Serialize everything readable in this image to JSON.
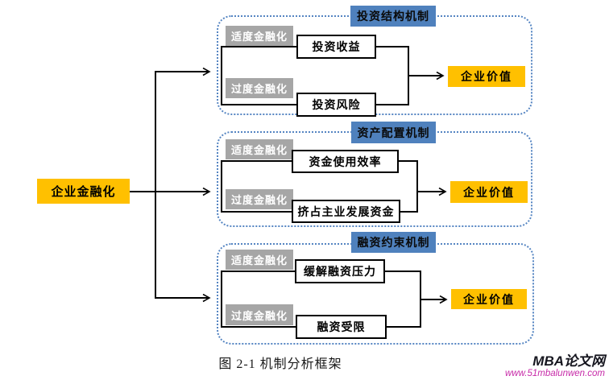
{
  "source": {
    "label": "企业金融化"
  },
  "groups": [
    {
      "header": "投资结构机制",
      "moderate": "适度金融化",
      "excessive": "过度金融化",
      "moderate_effect": "投资收益",
      "excessive_effect": "投资风险",
      "outcome": "企业价值"
    },
    {
      "header": "资产配置机制",
      "moderate": "适度金融化",
      "excessive": "过度金融化",
      "moderate_effect": "资金使用效率",
      "excessive_effect": "挤占主业发展资金",
      "outcome": "企业价值"
    },
    {
      "header": "融资约束机制",
      "moderate": "适度金融化",
      "excessive": "过度金融化",
      "moderate_effect": "缓解融资压力",
      "excessive_effect": "融资受限",
      "outcome": "企业价值"
    }
  ],
  "caption": "图 2-1 机制分析框架",
  "watermark": {
    "brand": "MBA论文网",
    "url": "www.51mbalunwen.com"
  },
  "colors": {
    "accent_orange": "#FFC000",
    "accent_blue": "#4F81BD",
    "box_gray": "#A6A6A6",
    "dash_border": "#5585C2",
    "connector": "#000000",
    "brand_dark": "#16161F",
    "url_pink": "#C72AA8"
  }
}
